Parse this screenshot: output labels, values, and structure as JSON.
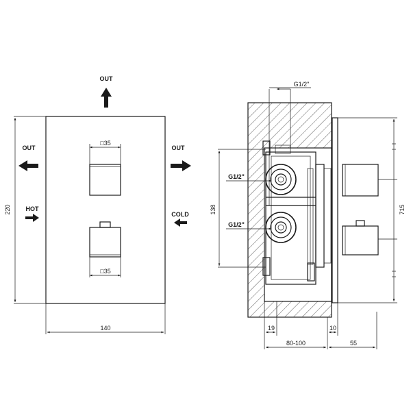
{
  "front_view": {
    "out_top": "OUT",
    "out_left": "OUT",
    "out_right": "OUT",
    "hot": "HOT",
    "cold": "COLD",
    "knob_top_size": "□35",
    "knob_bottom_size": "□35",
    "height_dim": "220",
    "width_dim": "140"
  },
  "side_view": {
    "thread_top": "G1/2\"",
    "thread_mid": "G1/2\"",
    "thread_bottom": "G1/2\"",
    "inlet_spacing": "138",
    "plate_height": "715",
    "dim_19": "19",
    "dim_10": "10",
    "depth_range": "80-100",
    "dim_55": "55"
  }
}
